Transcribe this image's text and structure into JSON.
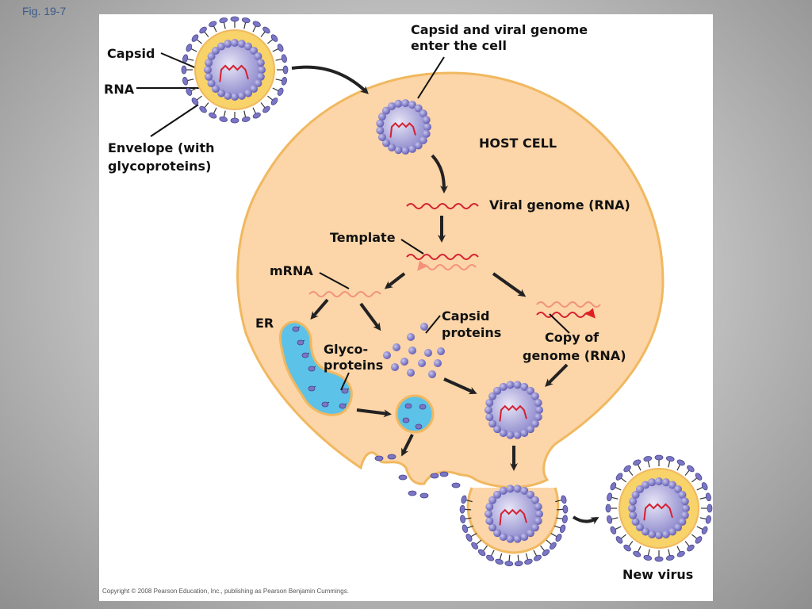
{
  "figure_label": "Fig. 19-7",
  "labels": {
    "capsid": "Capsid",
    "rna": "RNA",
    "envelope_line1": "Envelope (with",
    "envelope_line2": "glycoproteins)",
    "enter_line1": "Capsid and viral genome",
    "enter_line2": "enter the cell",
    "host_cell": "HOST CELL",
    "viral_genome": "Viral genome (RNA)",
    "template": "Template",
    "mrna": "mRNA",
    "er": "ER",
    "capsid_proteins_line1": "Capsid",
    "capsid_proteins_line2": "proteins",
    "glyco_line1": "Glyco-",
    "glyco_line2": "proteins",
    "copy_line1": "Copy of",
    "copy_line2": "genome (RNA)",
    "new_virus": "New virus"
  },
  "colors": {
    "cell_fill": "#fcd5a8",
    "cell_border": "#f0b860",
    "capsomere": "#7a76c4",
    "rna_red": "#d42030",
    "er_blue": "#5cc2e8",
    "envelope_yellow": "#f7d36a"
  },
  "copyright": "Copyright © 2008 Pearson Education, Inc., publishing as Pearson Benjamin Cummings."
}
